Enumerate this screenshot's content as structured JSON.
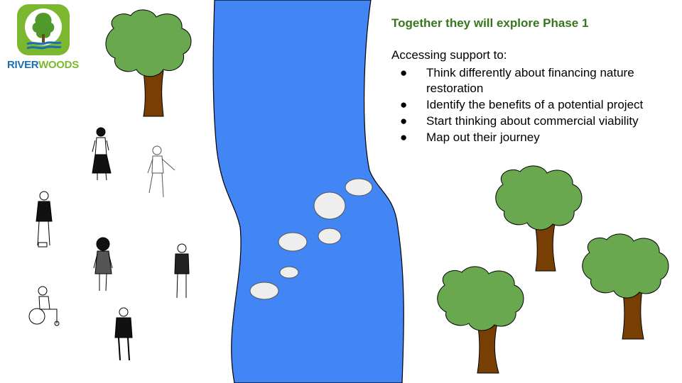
{
  "logo": {
    "word_river": "RIVER",
    "word_woods": "WOODS"
  },
  "heading": "Together they will explore Phase 1",
  "intro": "Accessing support to:",
  "bullet_glyph": "●",
  "bullets": [
    "Think differently about financing nature restoration",
    "Identify the benefits of a potential project",
    "Start thinking about commercial viability",
    "Map out their journey"
  ],
  "colors": {
    "heading": "#38761d",
    "river": "#4285f4",
    "foliage": "#6aa84f",
    "trunk": "#783f04",
    "stone": "#eeeeee",
    "logo_blue": "#1a6fb0",
    "logo_green": "#7cb82f"
  }
}
